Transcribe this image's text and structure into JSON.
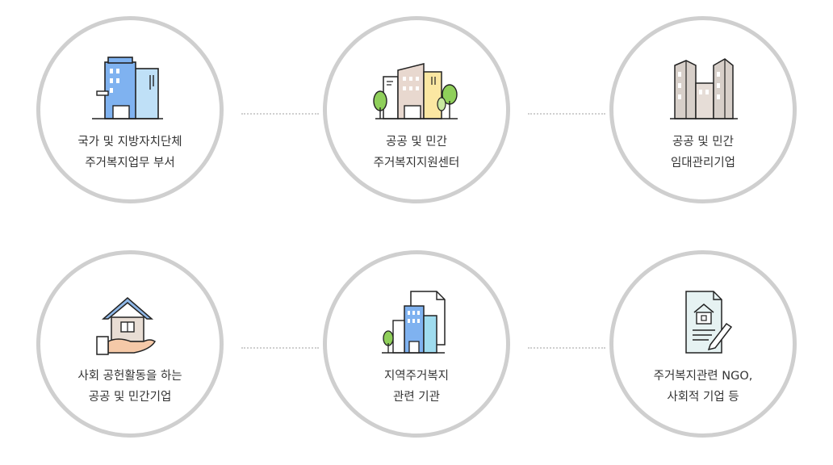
{
  "items": [
    {
      "line1": "국가 및 지방자치단체",
      "line2": "주거복지업무 부서",
      "icon": "government-building-icon"
    },
    {
      "line1": "공공 및 민간",
      "line2": "주거복지지원센터",
      "icon": "welfare-center-buildings-icon"
    },
    {
      "line1": "공공 및 민간",
      "line2": "임대관리기업",
      "icon": "rental-buildings-icon"
    },
    {
      "line1": "사회 공헌활동을 하는",
      "line2": "공공 및 민간기업",
      "icon": "house-in-hand-icon"
    },
    {
      "line1": "지역주거복지",
      "line2": "관련 기관",
      "icon": "office-document-icon"
    },
    {
      "line1": "주거복지관련 NGO,",
      "line2": "사회적 기업 등",
      "icon": "house-contract-icon"
    }
  ],
  "colors": {
    "circle_border": "#cfcfcf",
    "text": "#333333",
    "connector": "#cfcfcf"
  }
}
